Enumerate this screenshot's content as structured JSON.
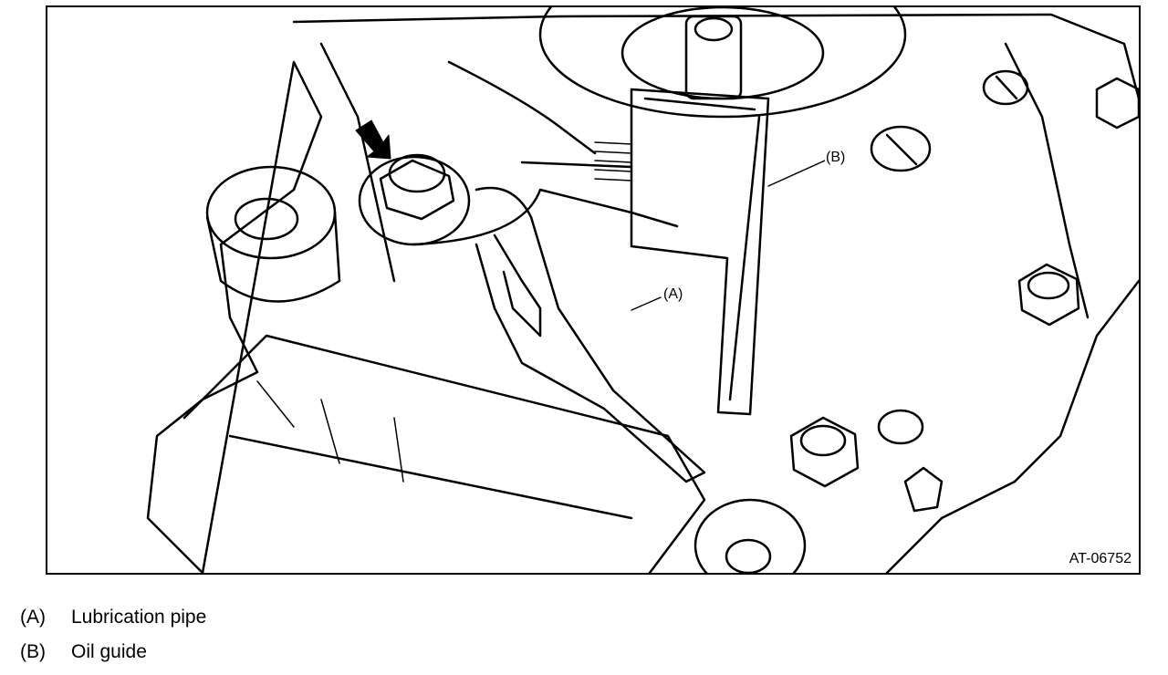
{
  "figure": {
    "id": "AT-06752",
    "callouts": {
      "a": "(A)",
      "b": "(B)"
    }
  },
  "legend": [
    {
      "key": "(A)",
      "text": "Lubrication pipe"
    },
    {
      "key": "(B)",
      "text": "Oil guide"
    }
  ]
}
